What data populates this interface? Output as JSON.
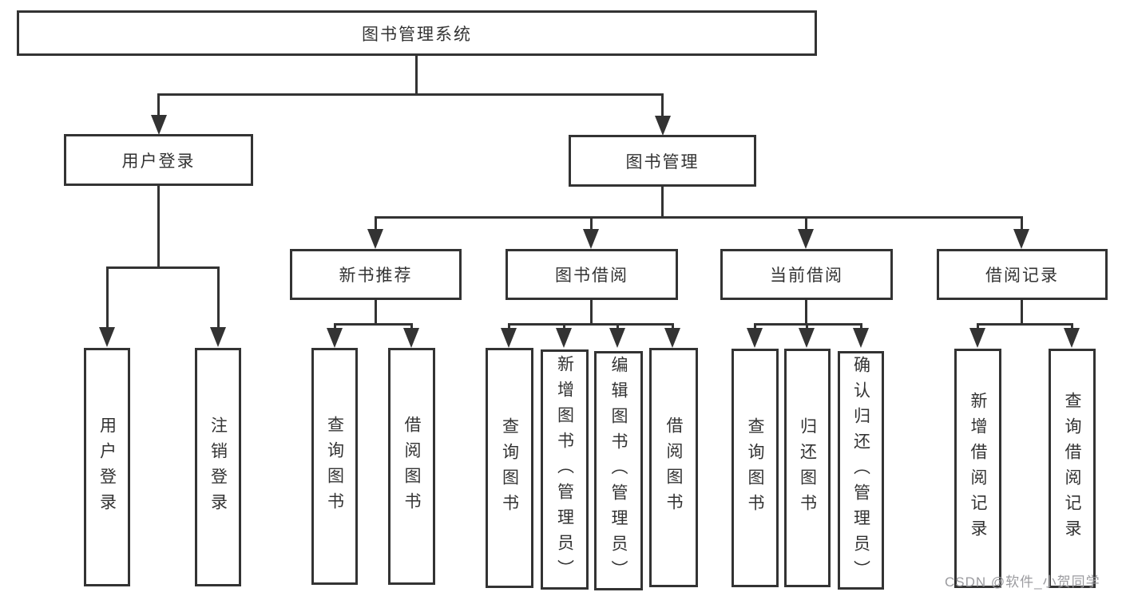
{
  "tree": {
    "root": "图书管理系统",
    "branches": [
      {
        "label": "用户登录",
        "children": [
          "用户登录",
          "注销登录"
        ]
      },
      {
        "label": "图书管理",
        "groups": [
          {
            "label": "新书推荐",
            "children": [
              "查询图书",
              "借阅图书"
            ]
          },
          {
            "label": "图书借阅",
            "children": [
              "查询图书",
              "新增图书（管理员）",
              "编辑图书（管理员）",
              "借阅图书"
            ]
          },
          {
            "label": "当前借阅",
            "children": [
              "查询图书",
              "归还图书",
              "确认归还（管理员）"
            ]
          },
          {
            "label": "借阅记录",
            "children": [
              "新增借阅记录",
              "查询借阅记录"
            ]
          }
        ]
      }
    ]
  },
  "watermark": {
    "text": "CSDN @软件_小贺同学"
  },
  "colors": {
    "line": "#333333",
    "text": "#333333",
    "background": "#ffffff",
    "watermark": "#9b9b9f"
  }
}
